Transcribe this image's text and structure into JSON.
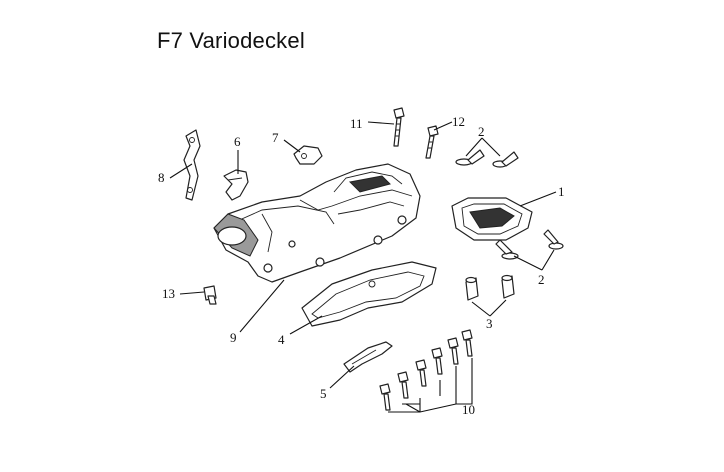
{
  "title": "F7 Variodeckel",
  "callouts": [
    {
      "key": "c1",
      "label": "1"
    },
    {
      "key": "c2a",
      "label": "2"
    },
    {
      "key": "c2b",
      "label": "2"
    },
    {
      "key": "c3",
      "label": "3"
    },
    {
      "key": "c4",
      "label": "4"
    },
    {
      "key": "c5",
      "label": "5"
    },
    {
      "key": "c6",
      "label": "6"
    },
    {
      "key": "c7",
      "label": "7"
    },
    {
      "key": "c8",
      "label": "8"
    },
    {
      "key": "c9",
      "label": "9"
    },
    {
      "key": "c10",
      "label": "10"
    },
    {
      "key": "c11",
      "label": "11"
    },
    {
      "key": "c12",
      "label": "12"
    },
    {
      "key": "c13",
      "label": "13"
    }
  ],
  "colors": {
    "line": "#222222",
    "background": "#ffffff",
    "shade": "#9a9a9a"
  }
}
